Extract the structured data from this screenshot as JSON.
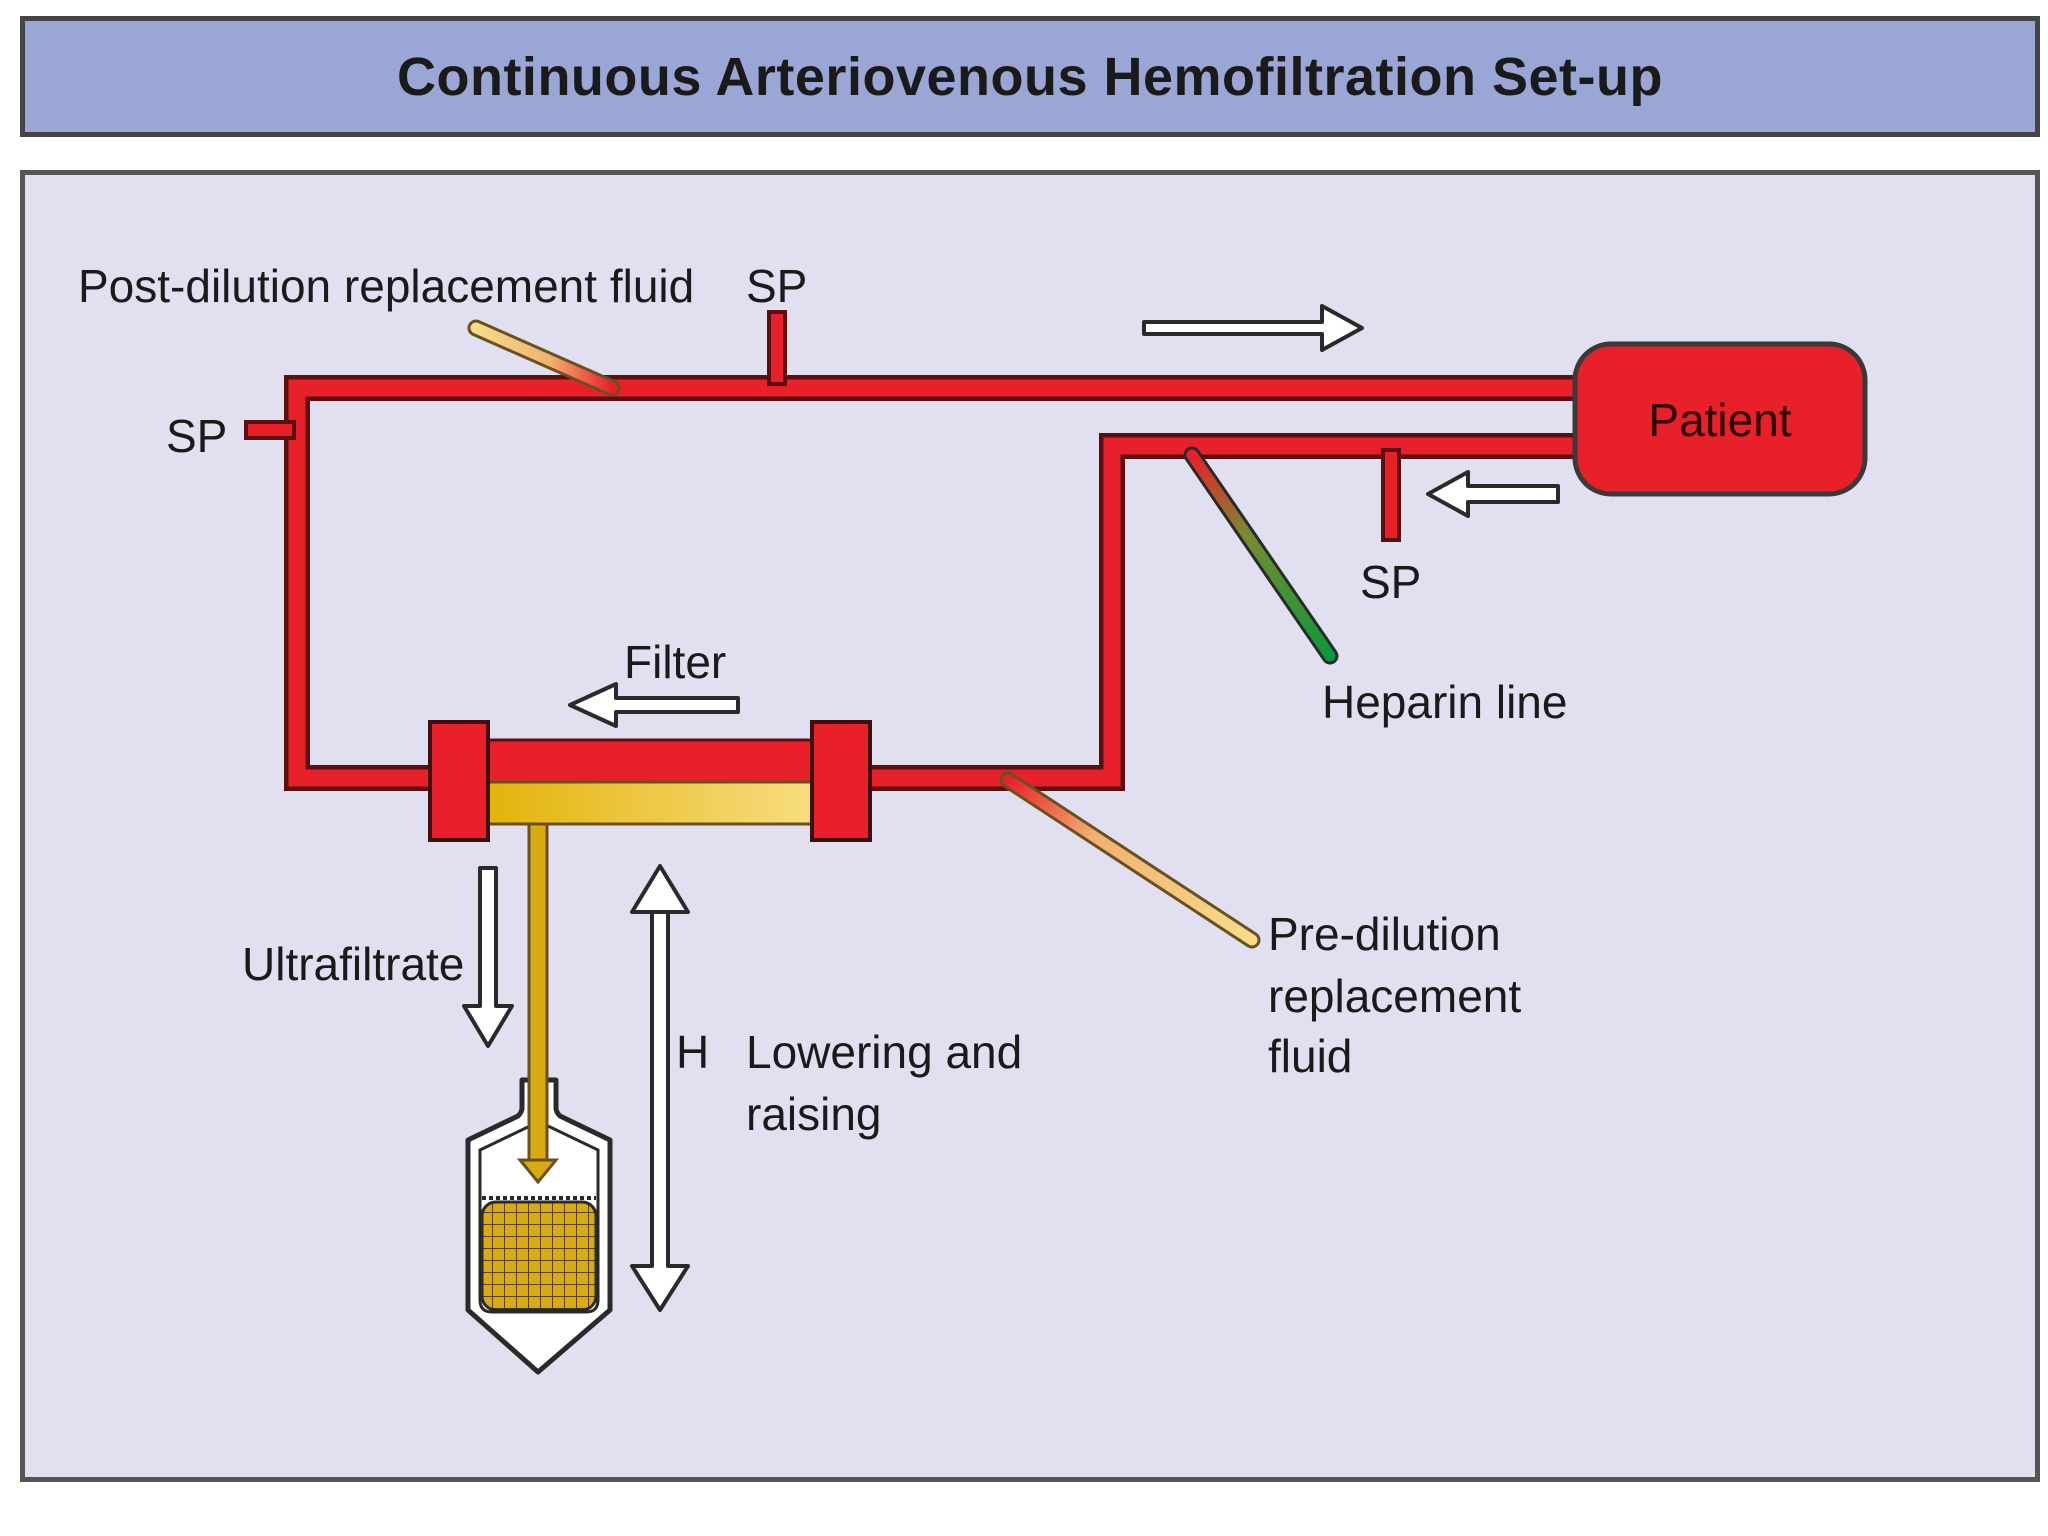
{
  "title": "Continuous Arteriovenous Hemofiltration Set-up",
  "labels": {
    "post_dilution": "Post-dilution replacement fluid",
    "sp_top": "SP",
    "sp_left": "SP",
    "sp_right": "SP",
    "patient": "Patient",
    "heparin": "Heparin line",
    "filter": "Filter",
    "ultrafiltrate": "Ultrafiltrate",
    "h": "H",
    "lowering_1": "Lowering and",
    "lowering_2": "raising",
    "pre_dilution_1": "Pre-dilution",
    "pre_dilution_2": "replacement",
    "pre_dilution_3": "fluid"
  },
  "colors": {
    "tubing": "#e8202a",
    "ultrafiltrate": "#d8ac10",
    "heparin": "#0a9a3c",
    "replacement_fluid": "#f3d47c"
  }
}
